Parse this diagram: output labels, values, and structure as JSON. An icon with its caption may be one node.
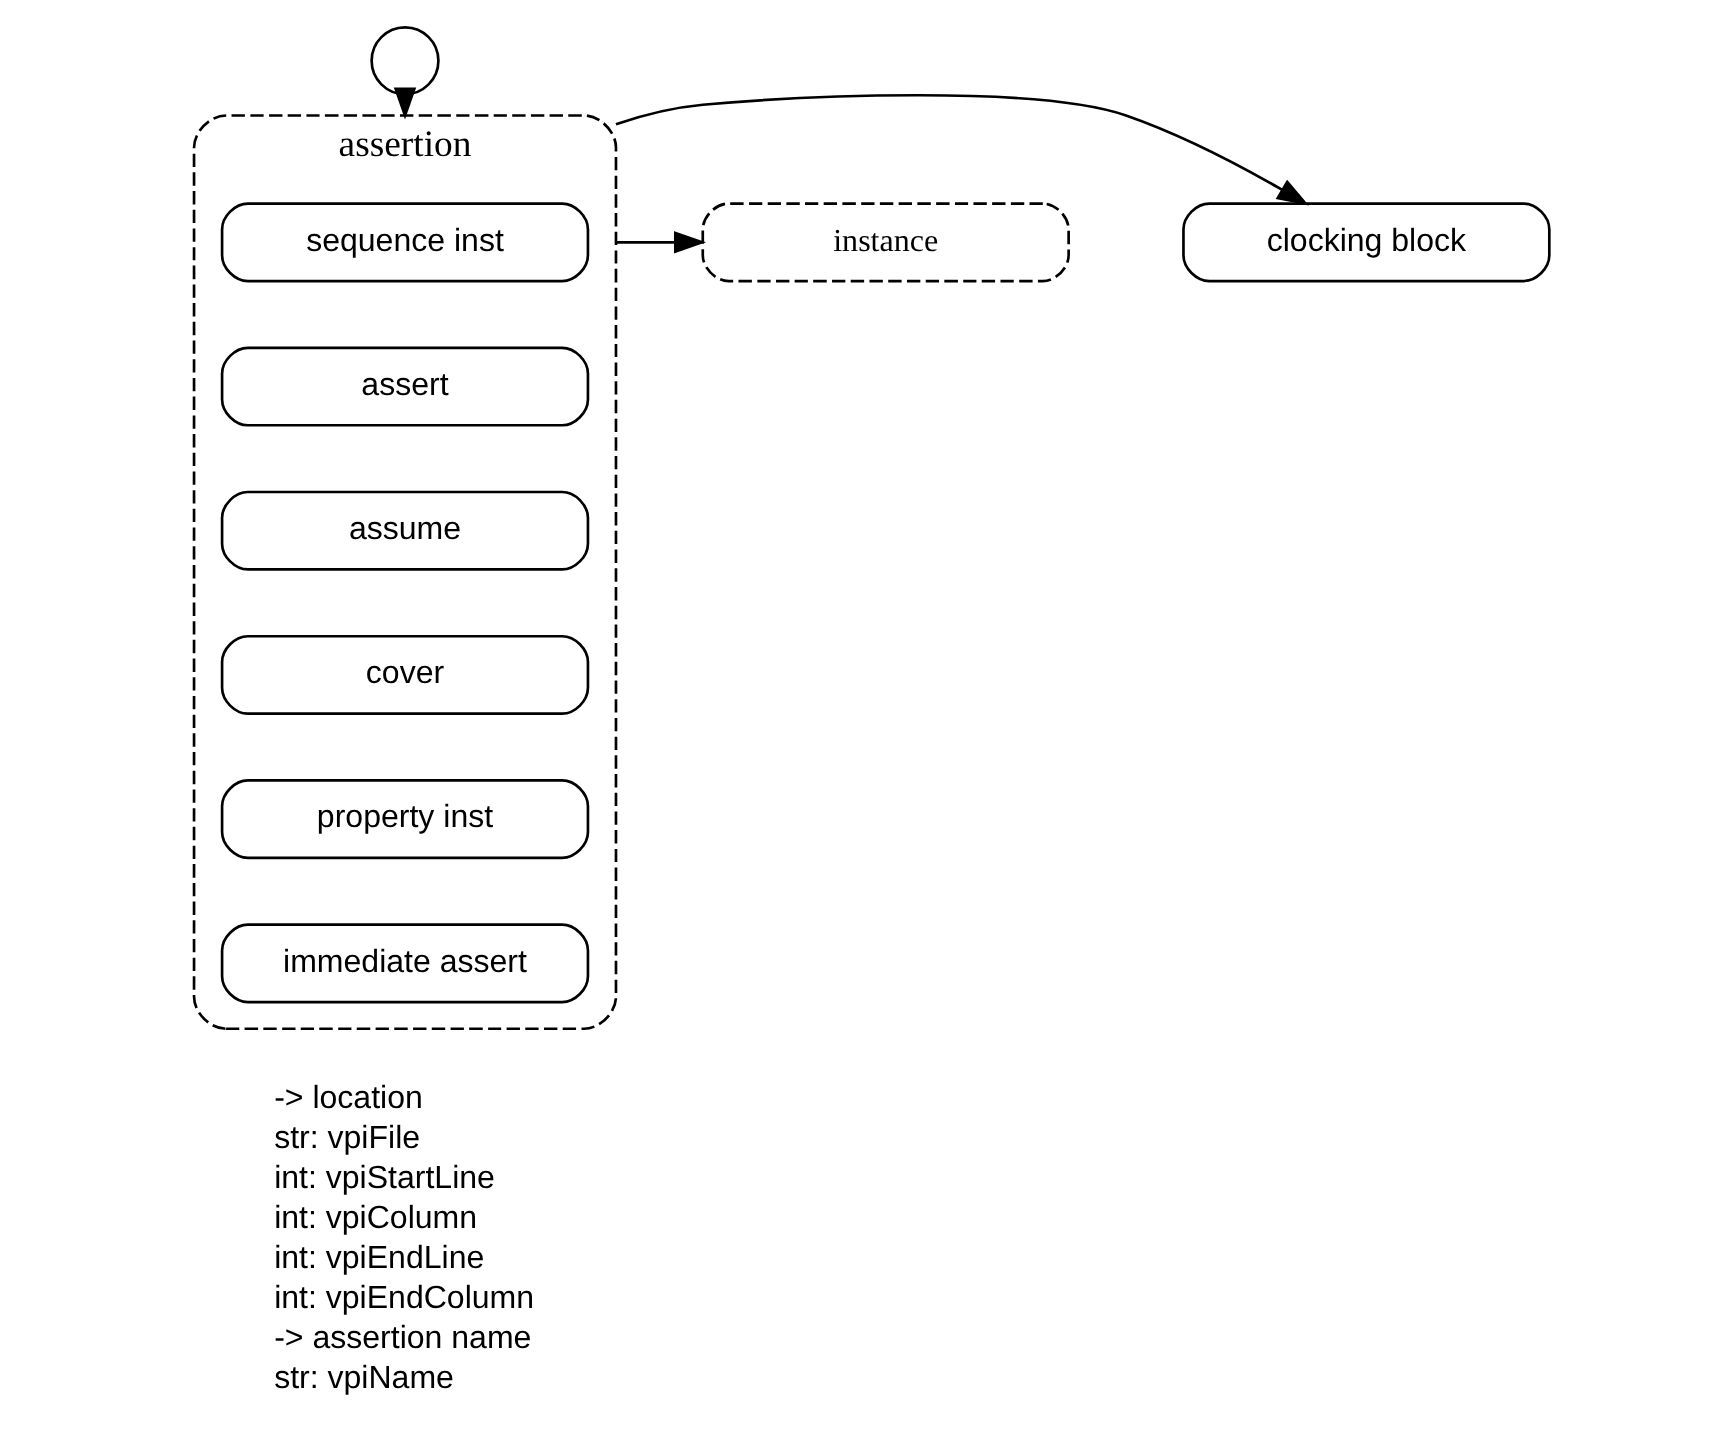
{
  "diagram": {
    "nodes": [
      {
        "text": [],
        "shape": "circle"
      },
      {
        "text": [
          "assertion"
        ]
      },
      {
        "text": [
          "sequence inst"
        ],
        "in": 1
      },
      {
        "text": [
          "assert"
        ],
        "in": 1
      },
      {
        "text": [
          "assume"
        ],
        "in": 1
      },
      {
        "text": [
          "cover"
        ],
        "in": 1
      },
      {
        "text": [
          "property inst"
        ],
        "in": 1
      },
      {
        "text": [
          "immediate assert"
        ],
        "in": 1
      },
      {
        "text": [
          "instance"
        ]
      },
      {
        "text": [
          "clocking block"
        ]
      }
    ],
    "edges": [
      {
        "from": 0,
        "to": 1,
        "arrow": "to"
      },
      {
        "from": 1,
        "to": 8,
        "arrow": "to"
      },
      {
        "from": 1,
        "to": 9,
        "arrow": "to"
      }
    ],
    "labels": [
      "-> location",
      "str: vpiFile",
      "int: vpiStartLine",
      "int: vpiColumn",
      "int: vpiEndLine",
      "int: vpiEndColumn",
      "-> assertion name",
      "str: vpiName"
    ]
  }
}
